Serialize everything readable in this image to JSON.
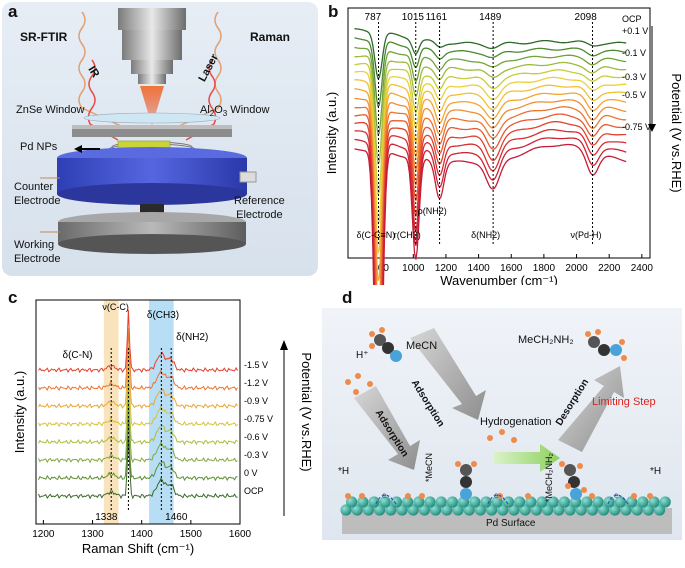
{
  "panel_a": {
    "label": "a",
    "title_left": "SR-FTIR",
    "title_right": "Raman",
    "beam_left": "IR",
    "beam_right": "Laser",
    "window_left": "ZnSe Window",
    "window_right_prefix": "Al",
    "window_right_sub1": "2",
    "window_right_mid": "O",
    "window_right_sub2": "3",
    "window_right_suffix": " Window",
    "np_label": "Pd NPs",
    "counter_1": "Counter",
    "counter_2": "Electrode",
    "reference_1": "Reference",
    "reference_2": "Electrode",
    "working_1": "Working",
    "working_2": "Electrode"
  },
  "panel_b": {
    "label": "b",
    "peak_positions": [
      "787",
      "1015",
      "1161",
      "1489",
      "2098"
    ],
    "assign_cc": "δ(C-C≡N)",
    "assign_ch3": "r(CH3)",
    "assign_nh2_rho": "ρ(NH2)",
    "assign_nh2_delta": "δ(NH2)",
    "assign_pdh": "ν(Pd-H)",
    "series_labels": [
      "OCP",
      "+0.1 V",
      "-0.1 V",
      "-0.3 V",
      "-0.5 V",
      "-0.75 V"
    ],
    "colors": [
      "#2e6b2a",
      "#4b8a2e",
      "#73a33a",
      "#9dbb3c",
      "#c6cc3a",
      "#e8d23a",
      "#f3bf35",
      "#f5a532",
      "#f18d34",
      "#ec7433",
      "#e65a31",
      "#df4331",
      "#d72f33",
      "#cf2236",
      "#c71c38"
    ]
  },
  "panel_c": {
    "label": "c",
    "band_cc": "ν(C-C)",
    "band_cn": "δ(C-N)",
    "band_ch3": "δ(CH3)",
    "band_nh2": "δ(NH2)",
    "marker_left": "1338",
    "marker_right": "1460",
    "series_labels": [
      "-1.5 V",
      "-1.2 V",
      "-0.9 V",
      "-0.75 V",
      "-0.6 V",
      "-0.3 V",
      "0 V",
      "OCP"
    ],
    "colors": [
      "#e2402a",
      "#ea7430",
      "#e9a735",
      "#d8c23a",
      "#aebd3b",
      "#80a93c",
      "#5c8f34",
      "#3a6a2a"
    ]
  },
  "panel_d": {
    "label": "d",
    "mecn_top": "MeCN",
    "adsorption_1": "Adsorption",
    "h_plus": "H⁺",
    "adsorption_2": "Adsorption",
    "hydrogenation": "Hydrogenation",
    "product_top": "MeCH₂NH₂",
    "desorption": "Desorption",
    "limiting_step": "Limiting Step",
    "mecn_surface": "*MeCN",
    "product_surface": "*MeCH₂NH₂",
    "h_left": "*H",
    "h_right": "*H",
    "surface_label": "Pd Surface"
  },
  "chart_data": [
    {
      "type": "line",
      "panel": "b",
      "xlabel": "Wavenumber (cm⁻¹)",
      "ylabel": "Intensity (a.u.)",
      "y2label": "Potential (V vs.RHE)",
      "xlim": [
        600,
        2450
      ],
      "xticks": [
        800,
        1000,
        1200,
        1400,
        1600,
        1800,
        2000,
        2200,
        2400
      ],
      "peaks": [
        787,
        1015,
        1161,
        1489,
        2098
      ],
      "series_count": 15
    },
    {
      "type": "line",
      "panel": "c",
      "xlabel": "Raman Shift (cm⁻¹)",
      "ylabel": "Intensity (a.u.)",
      "y2label": "Potential (V vs.RHE)",
      "xlim": [
        1185,
        1600
      ],
      "xticks": [
        1200,
        1300,
        1400,
        1500,
        1600
      ],
      "bands": [
        {
          "center": 1338,
          "width": 30
        },
        {
          "center": 1440,
          "width": 50
        }
      ],
      "main_peak": 1373,
      "series": [
        "-1.5 V",
        "-1.2 V",
        "-0.9 V",
        "-0.75 V",
        "-0.6 V",
        "-0.3 V",
        "0 V",
        "OCP"
      ]
    }
  ]
}
